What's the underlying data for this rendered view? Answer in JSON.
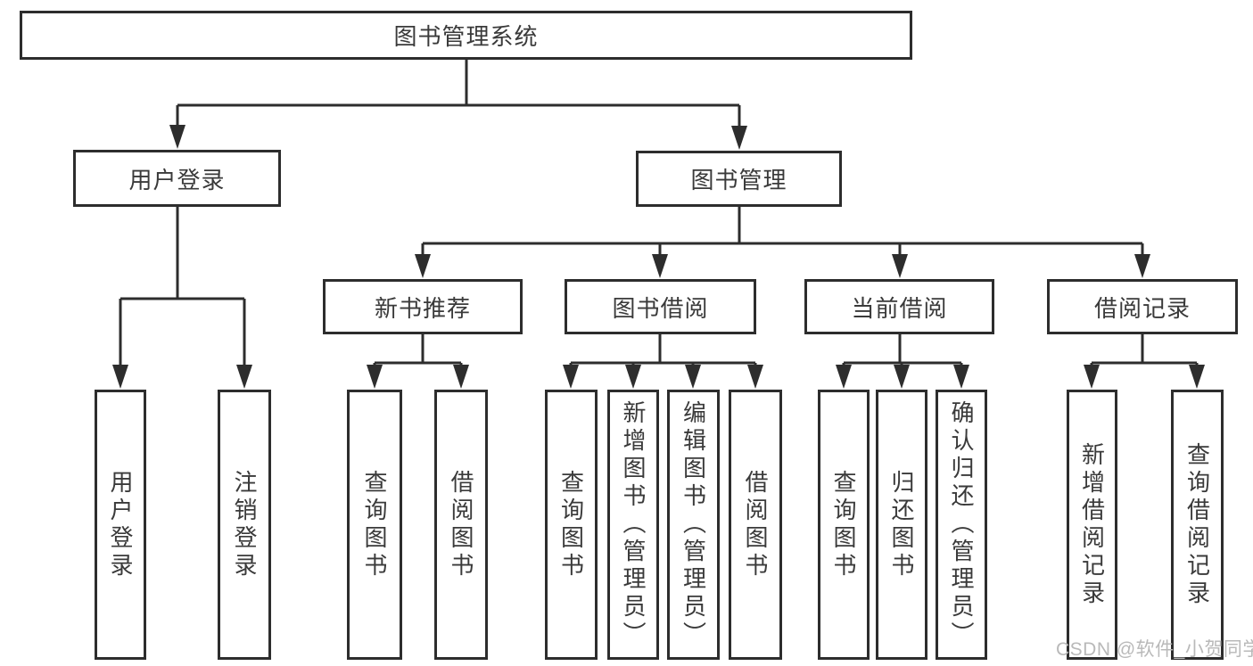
{
  "nodes": {
    "root": {
      "label": "图书管理系统"
    },
    "user_login": {
      "label": "用户登录"
    },
    "book_management": {
      "label": "图书管理"
    },
    "new_book_recommend": {
      "label": "新书推荐"
    },
    "book_borrowing": {
      "label": "图书借阅"
    },
    "current_borrowing": {
      "label": "当前借阅"
    },
    "borrow_records": {
      "label": "借阅记录"
    },
    "leaves": {
      "user_login": "用户登录",
      "logout": "注销登录",
      "query_books_a": "查询图书",
      "borrow_books_a": "借阅图书",
      "query_books_b": "查询图书",
      "add_book_admin": "新增图书（管理员）",
      "edit_book_admin": "编辑图书（管理员）",
      "borrow_books_b": "借阅图书",
      "query_books_c": "查询图书",
      "return_books": "归还图书",
      "confirm_return_admin": "确认归还（管理员）",
      "add_borrow_record": "新增借阅记录",
      "query_borrow_record": "查询借阅记录"
    }
  },
  "watermark": {
    "text": "CSDN @软件_小贺同学"
  },
  "colors": {
    "line": "#2d2d2d",
    "text": "#3a3a3a",
    "watermark": "#b9b9b9",
    "background": "#ffffff"
  }
}
